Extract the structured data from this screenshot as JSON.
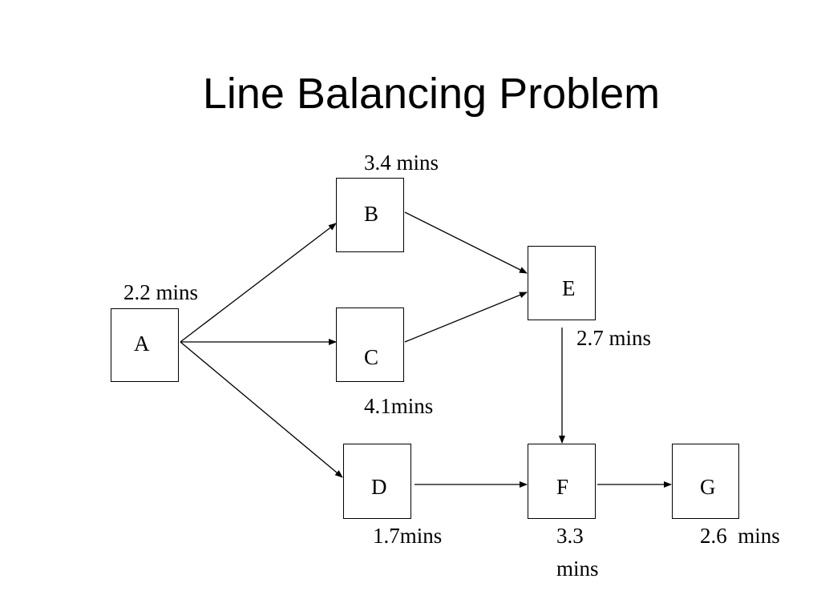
{
  "title": "Line Balancing Problem",
  "nodes": {
    "A": {
      "label": "A",
      "time": "2.2 mins"
    },
    "B": {
      "label": "B",
      "time": "3.4 mins"
    },
    "C": {
      "label": "C",
      "time": "4.1mins"
    },
    "D": {
      "label": "D",
      "time": "1.7mins"
    },
    "E": {
      "label": "E",
      "time": "2.7 mins"
    },
    "F": {
      "label": "F",
      "time": "3.3 mins"
    },
    "G": {
      "label": "G",
      "time": "2.6  mins"
    }
  },
  "edges": [
    {
      "from": "A",
      "to": "B"
    },
    {
      "from": "A",
      "to": "C"
    },
    {
      "from": "A",
      "to": "D"
    },
    {
      "from": "B",
      "to": "E"
    },
    {
      "from": "C",
      "to": "E"
    },
    {
      "from": "E",
      "to": "F"
    },
    {
      "from": "D",
      "to": "F"
    },
    {
      "from": "F",
      "to": "G"
    }
  ]
}
